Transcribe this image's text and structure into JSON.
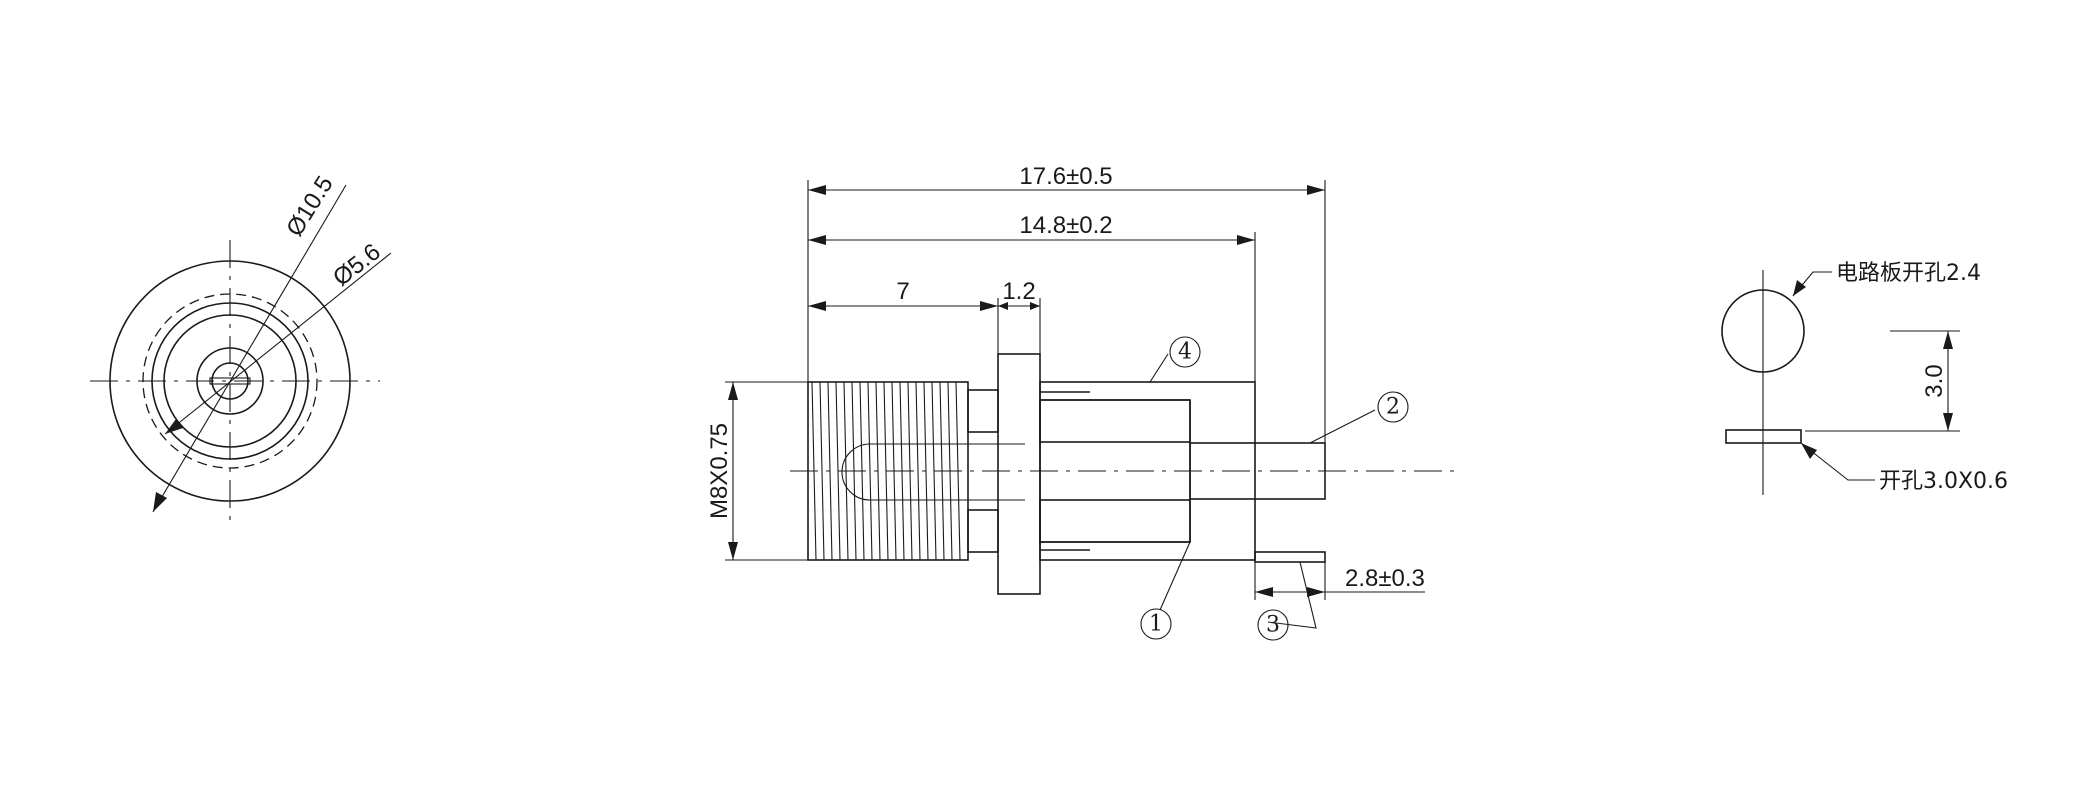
{
  "front_view": {
    "dia_outer_label": "Ø10.5",
    "dia_inner_label": "Ø5.6"
  },
  "side_view": {
    "overall_length_label": "17.6±0.5",
    "body_length_label": "14.8±0.2",
    "thread_length_label": "7",
    "flange_thickness_label": "1.2",
    "thread_spec_label": "M8X0.75",
    "pin_offset_label": "2.8±0.3",
    "callouts": [
      "1",
      "2",
      "3",
      "4"
    ]
  },
  "pcb_view": {
    "round_hole_label": "电路板开孔2.4",
    "slot_hole_label": "开孔3.0X0.6",
    "spacing_label": "3.0"
  }
}
